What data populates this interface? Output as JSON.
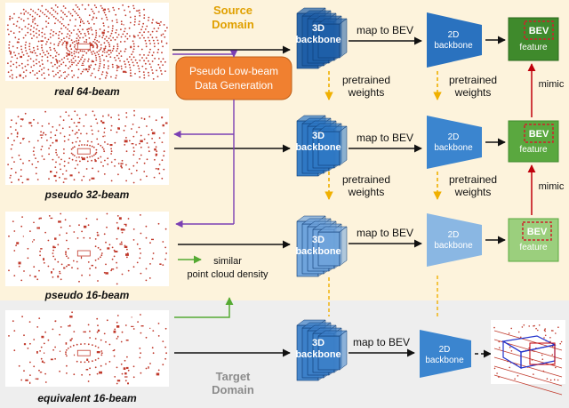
{
  "regions": {
    "source_color": "#fdf3dc",
    "target_color": "#eeeeee"
  },
  "domains": {
    "source": {
      "line1": "Source",
      "line2": "Domain",
      "color": "#e0a000"
    },
    "target": {
      "line1": "Target",
      "line2": "Domain",
      "color": "#8c8c8c"
    }
  },
  "point_clouds": [
    {
      "label": "real 64-beam",
      "color": "#c0392b"
    },
    {
      "label": "pseudo 32-beam",
      "color": "#c0392b"
    },
    {
      "label": "pseudo 16-beam",
      "color": "#c0392b"
    },
    {
      "label": "equivalent 16-beam",
      "color": "#c0392b"
    }
  ],
  "generator": {
    "line1": "Pseudo Low-beam",
    "line2": "Data Generation",
    "color": "#f08030"
  },
  "backbone3d": {
    "line1": "3D",
    "line2": "backbone",
    "colors": [
      "#1f5fa8",
      "#2e78c4",
      "#6fa3db",
      "#3c7fc8"
    ]
  },
  "map_label": "map to BEV",
  "backbone2d": {
    "line1": "2D",
    "line2": "backbone",
    "colors": [
      "#2a72bf",
      "#3b85cf",
      "#8ab7e3",
      "#3b85cf"
    ]
  },
  "bev_features": [
    {
      "line1": "BEV",
      "line2": "feature",
      "color": "#3f8a2c"
    },
    {
      "line1": "BEV",
      "line2": "feature",
      "color": "#5aa83f"
    },
    {
      "line1": "BEV",
      "line2": "feature",
      "color": "#9bcf7d"
    }
  ],
  "pretrained": {
    "line1": "pretrained",
    "line2": "weights",
    "color": "#f0b000"
  },
  "mimic": {
    "label": "mimic",
    "color": "#c0000b"
  },
  "similar": {
    "line1": "similar",
    "line2": "point cloud density",
    "color": "#55aa33"
  },
  "purple": "#7b3fb3"
}
